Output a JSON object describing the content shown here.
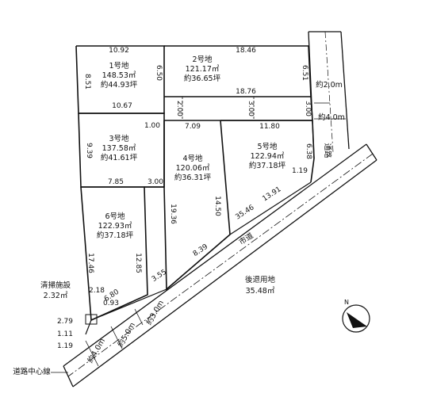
{
  "lots": [
    {
      "name": "1号地",
      "area": "148.53㎡",
      "tsubo": "約44.93坪"
    },
    {
      "name": "2号地",
      "area": "121.17㎡",
      "tsubo": "約36.65坪"
    },
    {
      "name": "3号地",
      "area": "137.58㎡",
      "tsubo": "約41.61坪"
    },
    {
      "name": "4号地",
      "area": "120.06㎡",
      "tsubo": "約36.31坪"
    },
    {
      "name": "5号地",
      "area": "122.94㎡",
      "tsubo": "約37.18坪"
    },
    {
      "name": "6号地",
      "area": "122.93㎡",
      "tsubo": "約37.18坪"
    }
  ],
  "dims": {
    "d_10_92": "10.92",
    "d_18_46": "18.46",
    "d_8_51": "8.51",
    "d_6_50": "6.50",
    "d_6_51": "6.51",
    "d_10_67": "10.67",
    "d_18_76": "18.76",
    "d_2_00": "2.00",
    "d_3_00a": "3.00",
    "d_3_00b": "3.00",
    "d_1_00": "1.00",
    "d_7_09": "7.09",
    "d_11_80": "11.80",
    "d_9_39": "9.39",
    "d_6_38": "6.38",
    "d_1_19a": "1.19",
    "d_7_85": "7.85",
    "d_3_00c": "3.00",
    "d_13_91": "13.91",
    "d_35_46": "35.46",
    "d_19_36": "19.36",
    "d_14_50": "14.50",
    "d_17_46": "17.46",
    "d_12_85": "12.85",
    "d_8_39": "8.39",
    "d_3_55": "3.55",
    "d_6_80": "6.80",
    "d_2_18": "2.18",
    "d_0_93": "0.93",
    "d_2_79": "2.79",
    "d_1_11": "1.11",
    "d_1_19b": "1.19"
  },
  "roads": {
    "width_2m": "約2.0m",
    "width_4m": "約4.0m",
    "private_road": "通路",
    "city_road": "市道",
    "setback_label": "後退用地",
    "setback_area": "35.48㎡",
    "width_3m": "約3.0m",
    "width_5m": "約5.0m",
    "width_4m_b": "約4.0m",
    "centerline": "道路中心線"
  },
  "facility": {
    "name": "清掃施設",
    "area": "2.32㎡"
  },
  "compass": {
    "label": "N"
  }
}
